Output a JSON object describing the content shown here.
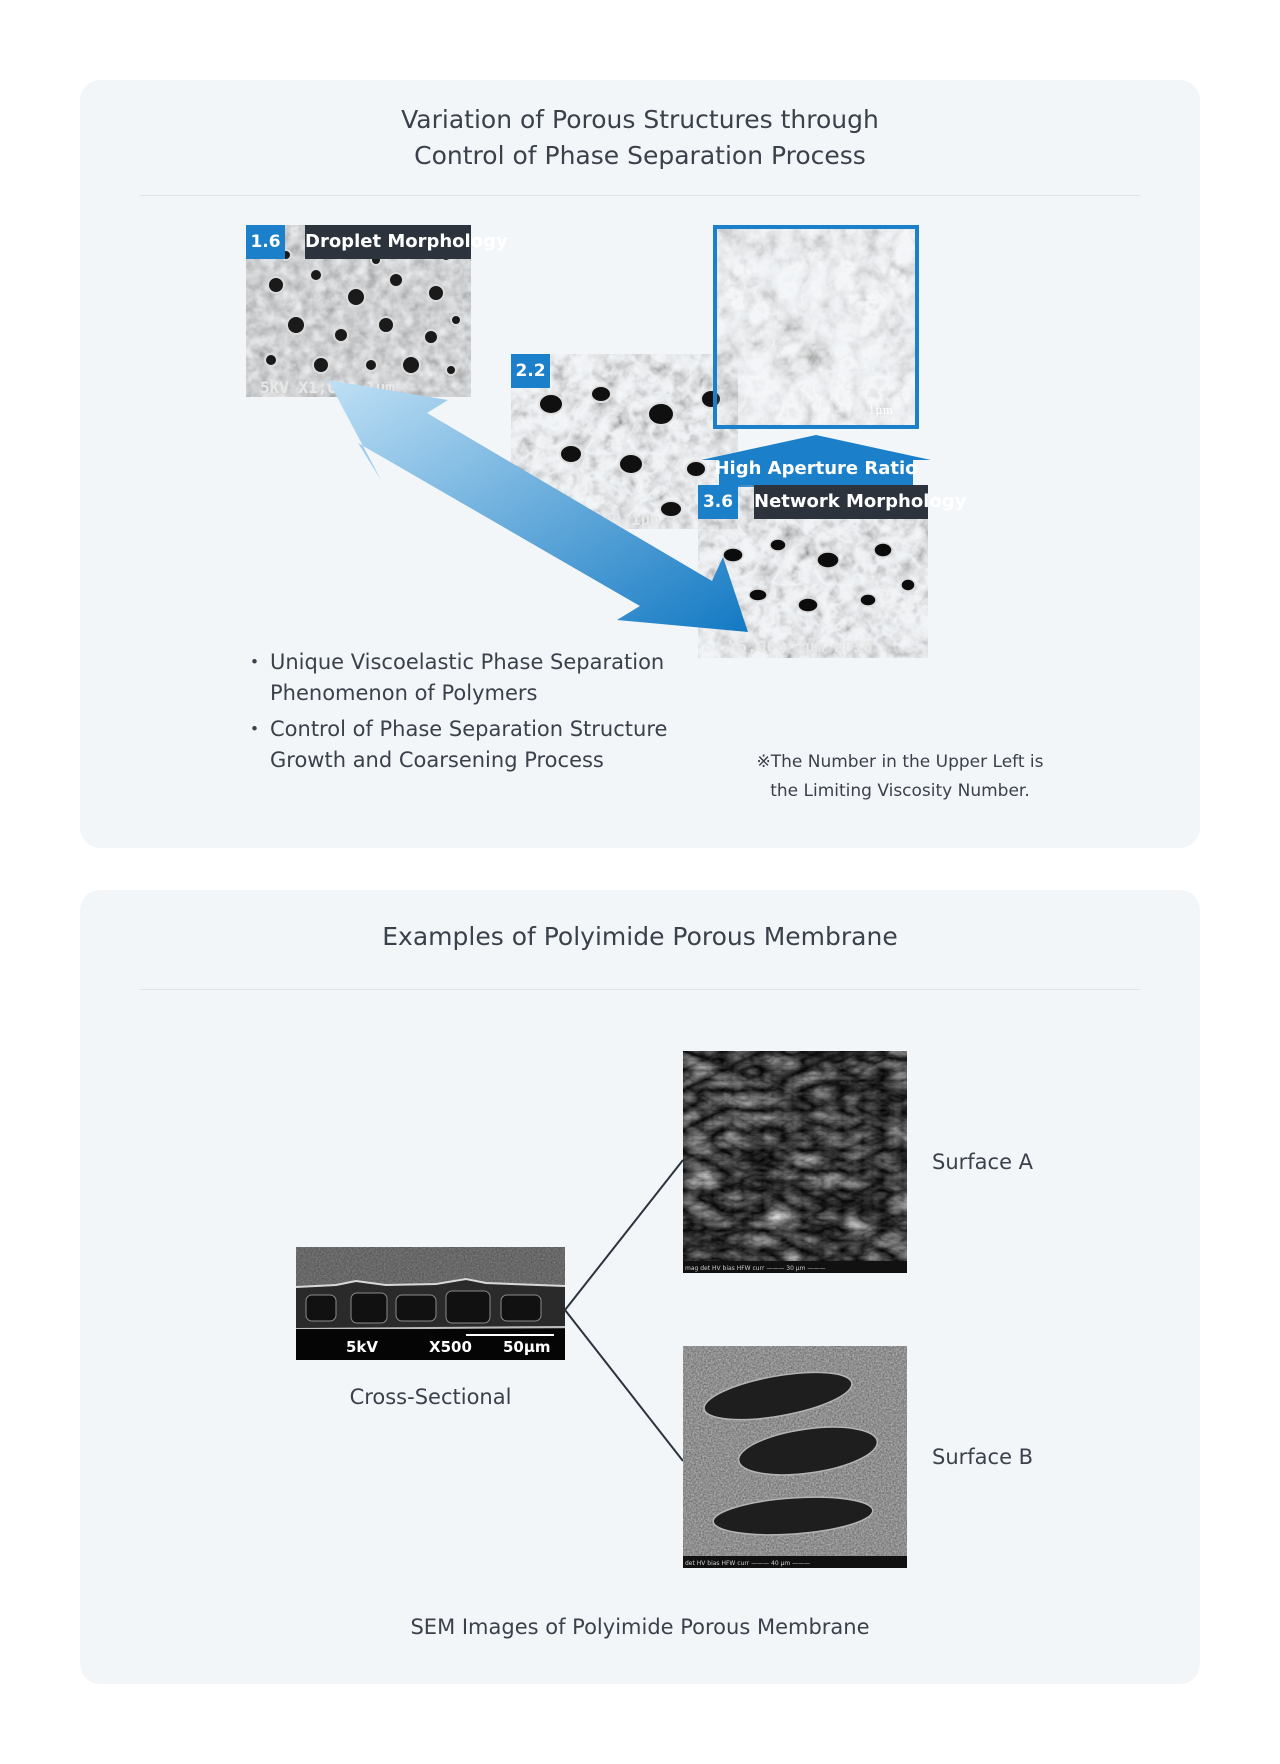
{
  "panel1": {
    "title_line1": "Variation of Porous Structures through",
    "title_line2": "Control of Phase Separation Process",
    "images": [
      {
        "badge": "1.6",
        "tag": "Droplet Morphology",
        "overlay": "5KV   X1,000   1μm"
      },
      {
        "badge": "2.2",
        "overlay": "5KV  X5,000   1μm"
      },
      {
        "overlay": "1μm"
      },
      {
        "badge": "3.6",
        "tag": "Network Morphology",
        "overlay": "X5,000   1μm WD16"
      }
    ],
    "high_aperture_label": "High Aperture Ratio",
    "bullets": [
      "Unique Viscoelastic Phase Separation Phenomenon of Polymers",
      "Control of Phase Separation Structure Growth and Coarsening Process"
    ],
    "note_line1": "※The Number in the Upper Left is",
    "note_line2": "the Limiting Viscosity Number."
  },
  "panel2": {
    "title": "Examples of Polyimide Porous Membrane",
    "cross_section_overlay": {
      "kv": "5kV",
      "mag": "X500",
      "scale": "50μm"
    },
    "cross_section_label": "Cross-Sectional",
    "surface_a_label": "Surface A",
    "surface_b_label": "Surface B",
    "surface_a_footer": "mag  det  HV  bias  HFW  curr ——— 30 μm ———",
    "surface_b_footer": "det  HV  bias  HFW  curr ——— 40 μm ———",
    "caption": "SEM Images of Polyimide Porous Membrane"
  },
  "colors": {
    "panel_bg": "#f3f6f9",
    "accent_blue": "#1c7fc9",
    "tag_dark": "#2c333d",
    "text": "#3a414b"
  }
}
